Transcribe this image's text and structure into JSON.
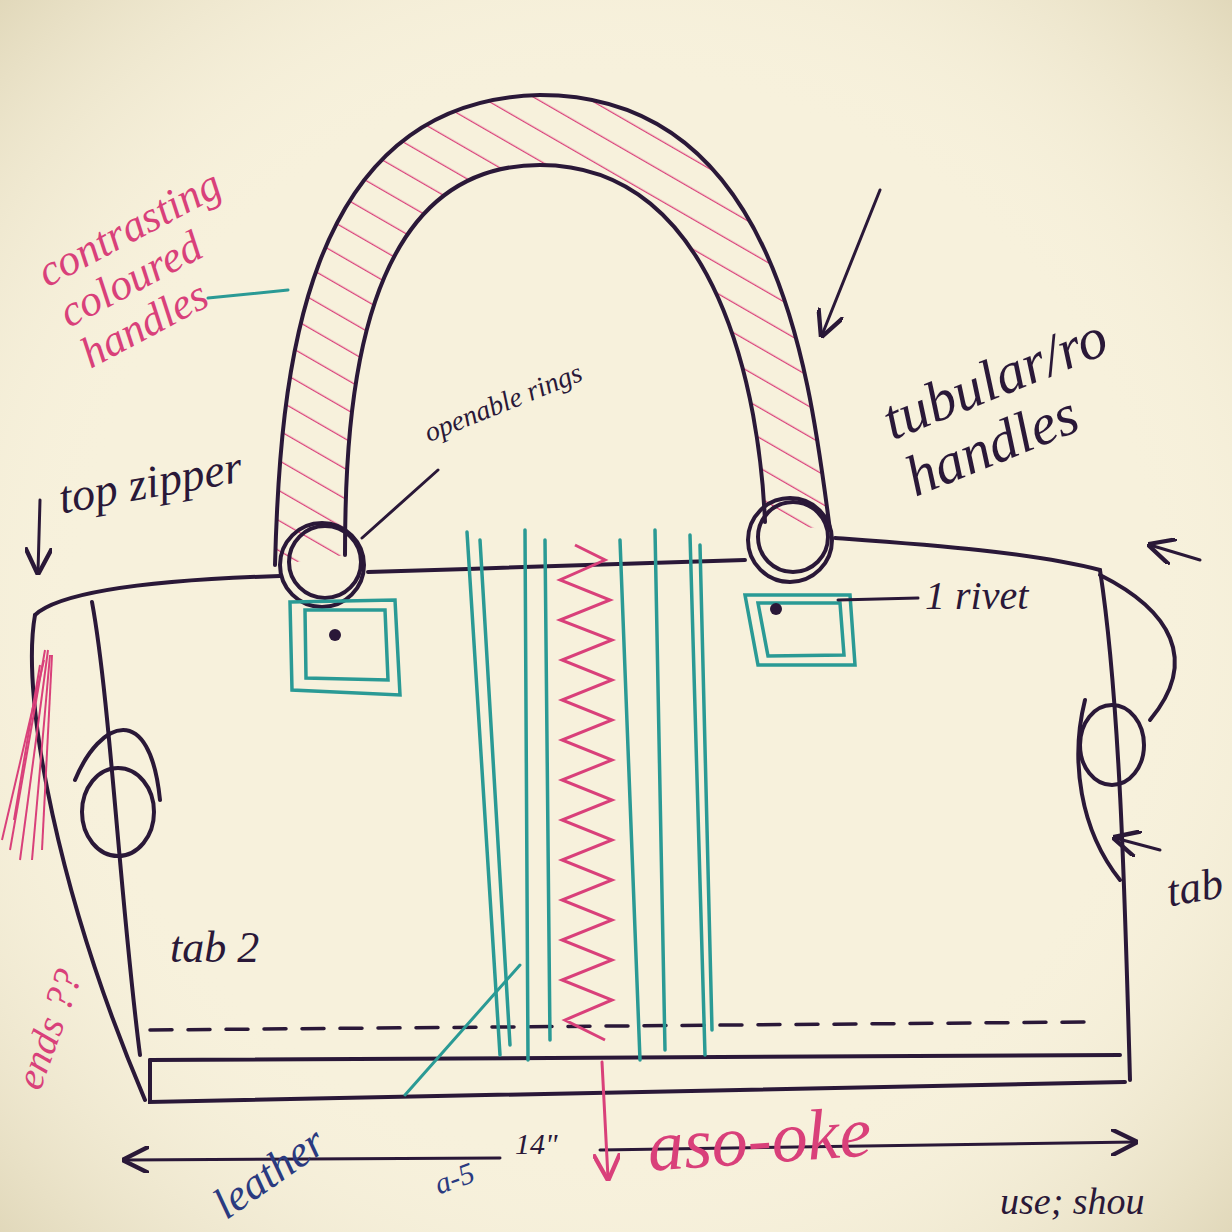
{
  "diagram": {
    "labels": [
      "contrasting coloured handles",
      "top zipper",
      "openable rings",
      "tubular/ro handles",
      "1 rivet",
      "tab 2",
      "tab",
      "ends ??",
      "leather",
      "a-5",
      "14\"",
      "aso-oke",
      "use; shou"
    ]
  }
}
